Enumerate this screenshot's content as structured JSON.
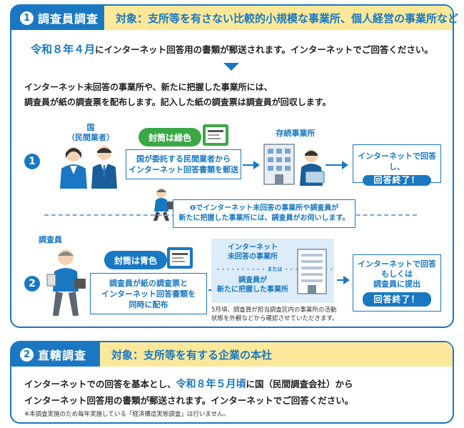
{
  "section1": {
    "number": "1",
    "title": "調査員調査",
    "target": "対象：支所等を有さない比較的小規模な事業所、個人経営の事業所など",
    "intro_highlight": "令和８年４月",
    "intro_rest": "にインターネット回答用の書類が郵送されます。インターネットでご回答ください。",
    "desc_line1": "インターネット未回答の事業所や、新たに把握した事業所には、",
    "desc_line2": "調査員が紙の調査票を配布します。記入した紙の調査票は調査員が回収します。",
    "flow1": {
      "number": "1",
      "actor_line1": "国",
      "actor_line2": "（民間業者）",
      "envelope_tag": "封筒は緑色",
      "box_line1": "国が委託する民間業者から",
      "box_line2": "インターネット回答書類を郵送",
      "dest_label": "存続事業所",
      "result_line1": "インターネットで回答し、",
      "result_pill": "回答終了！"
    },
    "callout_line1": "❶でインターネット未回答の事業所や調査員が",
    "callout_line2": "新たに把握した事業所には、調査員がお伺いします。",
    "flow2": {
      "number": "2",
      "actor_label": "調査員",
      "envelope_tag": "封筒は青色",
      "box_line1": "調査員が紙の調査票と",
      "box_line2": "インターネット回答書類を",
      "box_line3": "同時に配布",
      "target_line1": "インターネット",
      "target_line2": "未回答の事業所",
      "target_or": "・・・・・・・・・・ または ・・・・・・・・・・",
      "target_line3": "調査員が",
      "target_line4": "新たに把握した事業所",
      "note_line1": "5月頃、調査員が担当調査区内の事業所の活動",
      "note_line2": "状態を外観などから確認させていただきます。",
      "result_line1": "インターネットで回答",
      "result_line2": "もしくは",
      "result_line3": "調査員に提出",
      "result_pill": "回答終了！"
    }
  },
  "section2": {
    "number": "2",
    "title": "直轄調査",
    "target": "対象：支所等を有する企業の本社",
    "line1_pre": "インターネットでの回答を基本とし、",
    "line1_highlight": "令和８年５月頃",
    "line1_post": "に国（民間調査会社）から",
    "line2": "インターネット回答用の書類が郵送されます。インターネットでご回答ください。",
    "note": "※本調査実施のため毎年実施している「経済構造実態調査」は行いません。"
  },
  "colors": {
    "primary": "#1a78c2",
    "header_yellow": "#fbe89a",
    "envelope_green": "#3aa845",
    "light_blue": "#dcecf8"
  }
}
